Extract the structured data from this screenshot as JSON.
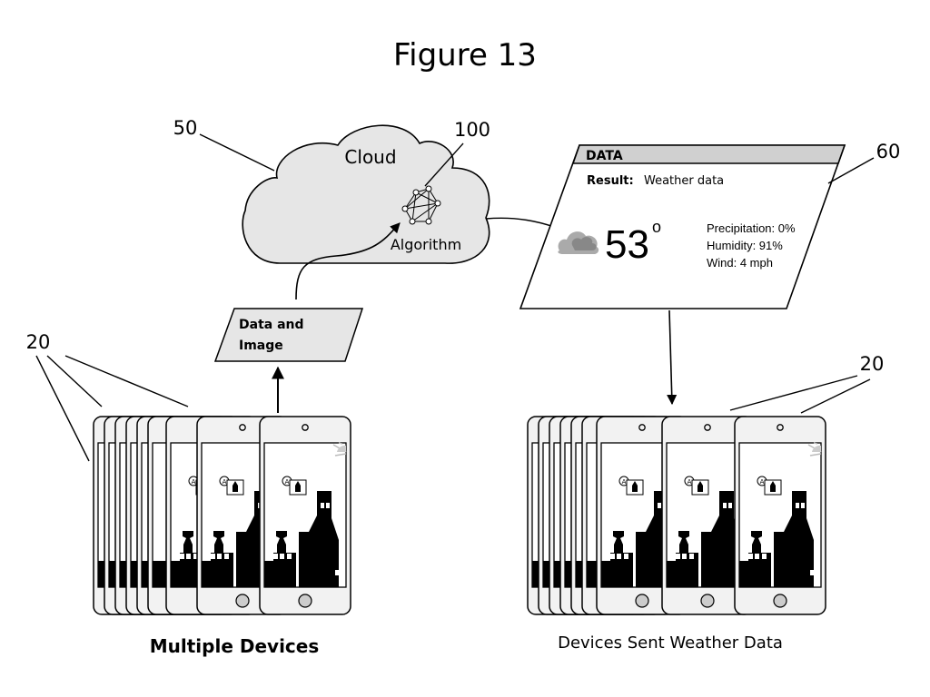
{
  "figure": {
    "title": "Figure 13"
  },
  "cloud": {
    "ref": "50",
    "label": "Cloud"
  },
  "algorithm": {
    "ref": "100",
    "label": "Algorithm"
  },
  "upload": {
    "label_line1": "Data and",
    "label_line2": "Image"
  },
  "data_panel": {
    "ref": "60",
    "header": "DATA",
    "result_label": "Result:",
    "result_value": "Weather data",
    "temperature": "53",
    "degree": "o",
    "precipitation": "Precipitation: 0%",
    "humidity": "Humidity: 91%",
    "wind": "Wind: 4 mph",
    "weather_icon": "cloud-icon"
  },
  "left_devices": {
    "ref": "20",
    "caption": "Multiple Devices",
    "device_icon": "smartphone-icon"
  },
  "right_devices": {
    "ref": "20",
    "caption": "Devices Sent Weather Data",
    "device_icon": "smartphone-icon"
  }
}
